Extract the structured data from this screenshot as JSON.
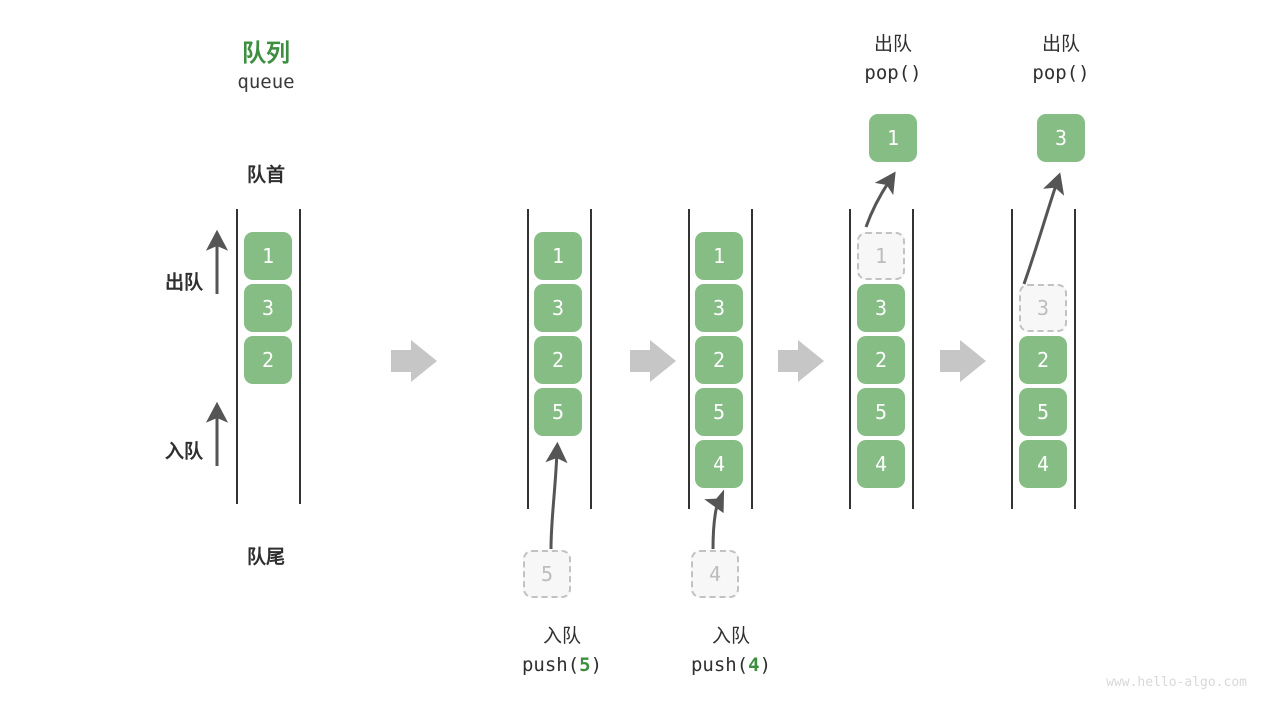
{
  "title": {
    "cn": "队列",
    "en": "queue",
    "color": "#3e8e41"
  },
  "watermark": "www.hello-algo.com",
  "colors": {
    "cell_fill": "#85bd84",
    "cell_text": "#ffffff",
    "ghost_fill": "#f7f7f7",
    "ghost_border": "#c2c2c2",
    "ghost_text": "#bdbdbd",
    "rail": "#333333",
    "block_arrow": "#c6c6c6",
    "thin_arrow": "#555555",
    "label_text": "#2f2f2f"
  },
  "labels": {
    "front": "队首",
    "rear": "队尾",
    "dequeue": "出队",
    "enqueue": "入队"
  },
  "panels": [
    {
      "id": "panel-initial",
      "cells": [
        {
          "value": "1",
          "state": "solid"
        },
        {
          "value": "3",
          "state": "solid"
        },
        {
          "value": "2",
          "state": "solid"
        }
      ],
      "incoming": null,
      "outgoing": null,
      "caption": null
    },
    {
      "id": "panel-push-5",
      "cells": [
        {
          "value": "1",
          "state": "solid"
        },
        {
          "value": "3",
          "state": "solid"
        },
        {
          "value": "2",
          "state": "solid"
        },
        {
          "value": "5",
          "state": "solid"
        }
      ],
      "incoming": {
        "value": "5",
        "state": "ghost"
      },
      "outgoing": null,
      "caption": {
        "cn": "入队",
        "code_prefix": "push(",
        "code_num": "5",
        "code_suffix": ")"
      }
    },
    {
      "id": "panel-push-4",
      "cells": [
        {
          "value": "1",
          "state": "solid"
        },
        {
          "value": "3",
          "state": "solid"
        },
        {
          "value": "2",
          "state": "solid"
        },
        {
          "value": "5",
          "state": "solid"
        },
        {
          "value": "4",
          "state": "solid"
        }
      ],
      "incoming": {
        "value": "4",
        "state": "ghost"
      },
      "outgoing": null,
      "caption": {
        "cn": "入队",
        "code_prefix": "push(",
        "code_num": "4",
        "code_suffix": ")"
      }
    },
    {
      "id": "panel-pop-1",
      "cells": [
        {
          "value": "1",
          "state": "ghost"
        },
        {
          "value": "3",
          "state": "solid"
        },
        {
          "value": "2",
          "state": "solid"
        },
        {
          "value": "5",
          "state": "solid"
        },
        {
          "value": "4",
          "state": "solid"
        }
      ],
      "incoming": null,
      "outgoing": {
        "value": "1",
        "state": "solid"
      },
      "caption": {
        "cn": "出队",
        "code_prefix": "pop(",
        "code_num": "",
        "code_suffix": ")"
      }
    },
    {
      "id": "panel-pop-3",
      "cells": [
        {
          "value": "",
          "state": "empty"
        },
        {
          "value": "3",
          "state": "ghost"
        },
        {
          "value": "2",
          "state": "solid"
        },
        {
          "value": "5",
          "state": "solid"
        },
        {
          "value": "4",
          "state": "solid"
        }
      ],
      "incoming": null,
      "outgoing": {
        "value": "3",
        "state": "solid"
      },
      "caption": {
        "cn": "出队",
        "code_prefix": "pop(",
        "code_num": "",
        "code_suffix": ")"
      }
    }
  ],
  "step_arrows": [
    {
      "name": "step-arrow-1"
    },
    {
      "name": "step-arrow-2"
    },
    {
      "name": "step-arrow-3"
    },
    {
      "name": "step-arrow-4"
    }
  ]
}
